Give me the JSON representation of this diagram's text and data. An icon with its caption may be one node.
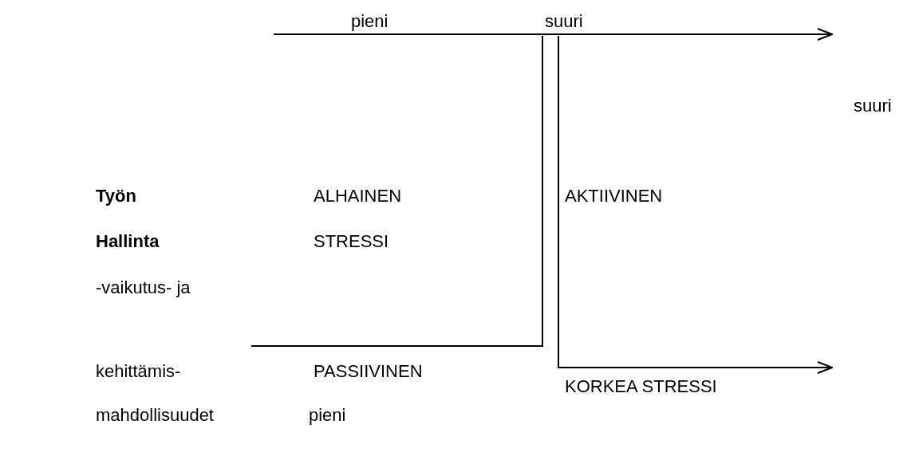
{
  "diagram": {
    "labels": [
      "pieni",
      "suuri",
      "suuri",
      "Työn",
      "ALHAINEN",
      "AKTIIVINEN",
      "Hallinta",
      "STRESSI",
      "-vaikutus- ja",
      "kehittämis-",
      "PASSIIVINEN",
      "KORKEA STRESSI",
      "mahdollisuudet",
      "pieni"
    ]
  }
}
